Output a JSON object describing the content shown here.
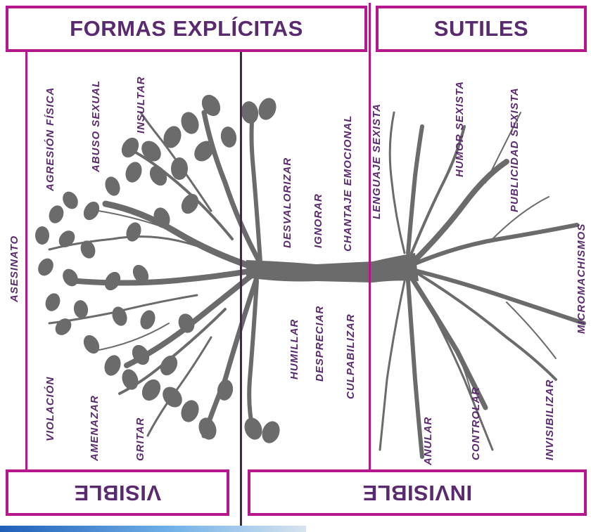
{
  "headers": {
    "formas_explicitas": "FORMAS EXPLÍCITAS",
    "sutiles": "SUTILES",
    "visible": "VISIBLE",
    "invisible": "INVISIBLE"
  },
  "labels": {
    "asesinato": "ASESINATO",
    "agresion_fisica": "AGRESIÓN FÍSICA",
    "abuso_sexual": "ABUSO SEXUAL",
    "insultar": "INSULTAR",
    "violacion": "VIOLACIÓN",
    "amenazar": "AMENAZAR",
    "gritar": "GRITAR",
    "desvalorizar": "DESVALORIZAR",
    "ignorar": "IGNORAR",
    "chantaje_emocional": "CHANTAJE EMOCIONAL",
    "humillar": "HUMILLAR",
    "despreciar": "DESPRECIAR",
    "culpabilizar": "CULPABILIZAR",
    "lenguaje_sexista": "LENGUAJE SEXISTA",
    "humor_sexista": "HUMOR SEXISTA",
    "publicidad_sexista": "PUBLICIDAD SEXISTA",
    "micromachismos": "MICROMACHISMOS",
    "anular": "ANULAR",
    "controlar": "CONTROLAR",
    "invisibilizar": "INVISIBILIZAR"
  },
  "colors": {
    "frame": "#b5178c",
    "text": "#5a2a6e",
    "divider": "#3d2a4e",
    "tree": "#6b6b6b"
  }
}
